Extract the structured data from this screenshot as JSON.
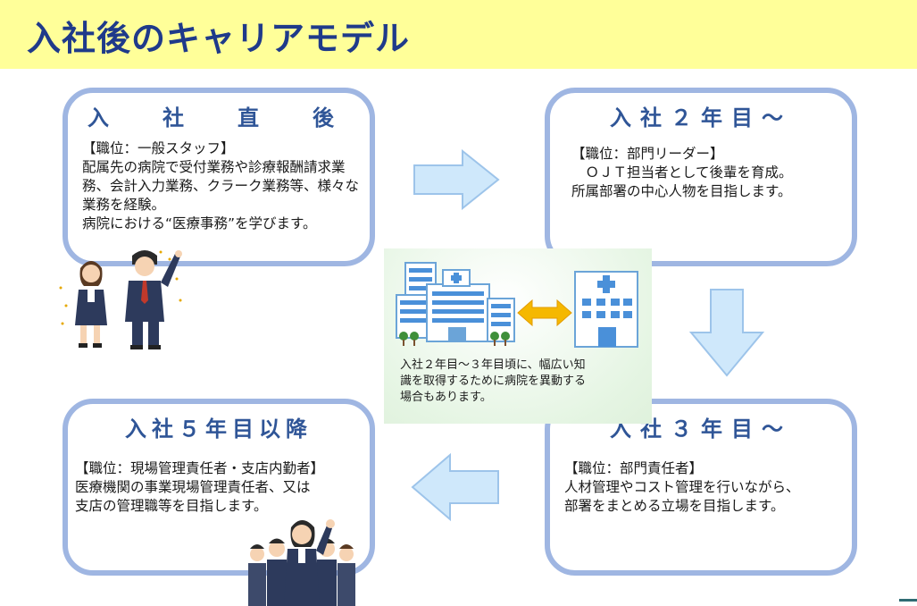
{
  "page": {
    "title": "入社後のキャリアモデル"
  },
  "cards": {
    "c1": {
      "title": "入　社　直　後",
      "body": "【職位：一般スタッフ】\n配属先の病院で受付業務や診療報酬請求業務、会計入力業務、クラーク業務等、様々な業務を経験。\n病院における“医療事務”を学びます。"
    },
    "c2": {
      "title": "入社２年目～",
      "body": "【職位：部門リーダー】\n　ＯＪＴ担当者として後輩を育成。\n所属部署の中心人物を目指します。"
    },
    "c3": {
      "title": "入社３年目～",
      "body": "【職位：部門責任者】\n人材管理やコスト管理を行いながら、\n部署をまとめる立場を目指します。"
    },
    "c4": {
      "title": "入社５年目以降",
      "body": "【職位：現場管理責任者・支店内勤者】\n医療機関の事業現場管理責任者、又は\n支店の管理職等を目指します。"
    }
  },
  "center": {
    "caption": "入社２年目～３年目頃に、幅広い知\n識を取得するために病院を異動する\n場合もあります。"
  },
  "colors": {
    "header_bg": "#ffff99",
    "title": "#1f3a8a",
    "card_border": "#9fb6e2",
    "card_title": "#2f5597",
    "flow_arrow": "#cfe8fb",
    "flow_arrow_border": "#9dc4ea",
    "swap_arrow": "#f5b800"
  },
  "icons": [
    "hospital-large-icon",
    "hospital-small-icon",
    "double-arrow-icon",
    "new-staff-illustration",
    "team-illustration"
  ]
}
